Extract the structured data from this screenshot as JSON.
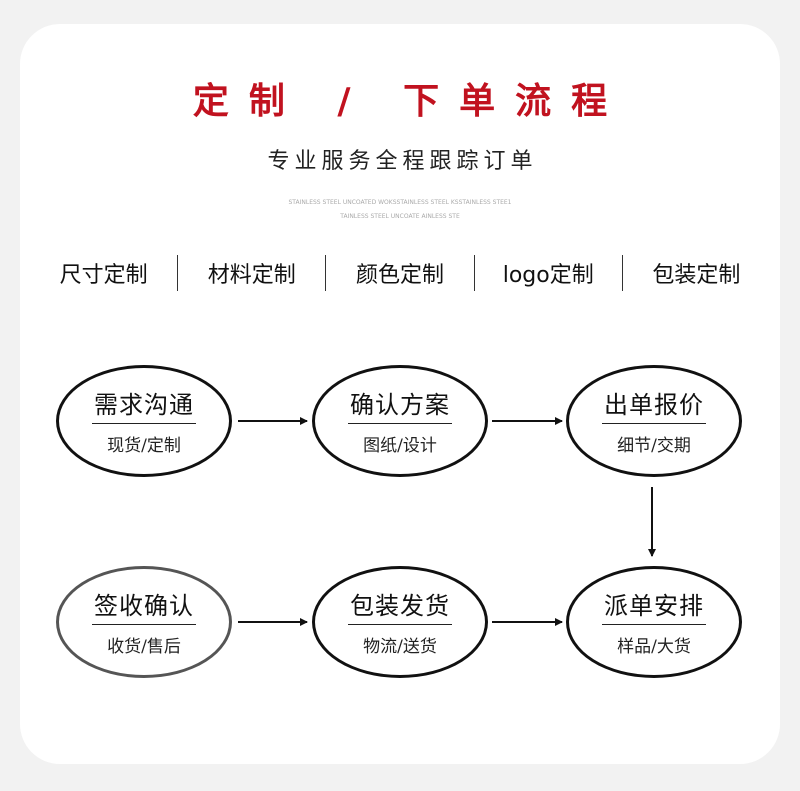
{
  "header": {
    "title": "定制 / 下单流程",
    "subtitle": "专业服务全程跟踪订单",
    "tagline_line1": "STAINLESS STEEL UNCOATED WOKSSTAINLESS STEEL KSSTAINLESS STEE1",
    "tagline_line2": "TAINLESS STEEL UNCOATE AINLESS STE"
  },
  "options": [
    "尺寸定制",
    "材料定制",
    "颜色定制",
    "logo定制",
    "包装定制"
  ],
  "steps": [
    {
      "title": "需求沟通",
      "sub": "现货/定制"
    },
    {
      "title": "确认方案",
      "sub": "图纸/设计"
    },
    {
      "title": "出单报价",
      "sub": "细节/交期"
    },
    {
      "title": "派单安排",
      "sub": "样品/大货"
    },
    {
      "title": "包装发货",
      "sub": "物流/送货"
    },
    {
      "title": "签收确认",
      "sub": "收货/售后"
    }
  ],
  "colors": {
    "title_red": "#c1121f",
    "background": "#f2f2f2",
    "card": "#ffffff"
  }
}
